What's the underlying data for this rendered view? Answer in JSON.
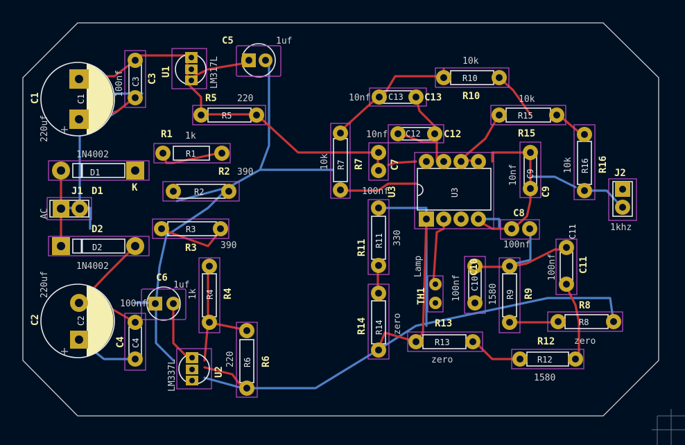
{
  "colors": {
    "background": "#001023",
    "front_copper": "#c83434",
    "back_copper": "#4d7fc4",
    "pad": "#c9a72a",
    "silkscreen_ref": "#f2eda1",
    "silkscreen_value": "#d2d2d2",
    "courtyard": "#c24cc9",
    "electrolytic_fill": "#f4efb0"
  },
  "labels": {
    "c1": "C1",
    "c1_val": "220uf",
    "c1_fab": "C1",
    "c2": "C2",
    "c2_val": "220uf",
    "c2_fab": "C2",
    "c3": "C3",
    "c3_val": "100nf",
    "c3_fab": "C3",
    "c4": "C4",
    "c4_val": "100nf",
    "c4_fab": "C4",
    "c5": "C5",
    "c5_val": "1uf",
    "c6": "C6",
    "c6_val": "1uf",
    "c7": "C7",
    "c7_val": "100nf",
    "c8": "C8",
    "c8_val": "100nf",
    "c9": "C9",
    "c9_val": "10nf",
    "c9_fab": "C9",
    "c10": "C10",
    "c10_val": "100nf",
    "c10_fab": "C10",
    "c11": "C11",
    "c11_val": "100nf",
    "c11_fab": "C11",
    "c12": "C12",
    "c12_val": "10nf",
    "c12_fab": "C12",
    "c13": "C13",
    "c13_val": "10nf",
    "c13_fab": "C13",
    "d1": "D1",
    "d1_fab": "D1",
    "d1_val": "1N4002",
    "d1_k": "K",
    "d2": "D2",
    "d2_fab": "D2",
    "d2_val": "1N4002",
    "j1": "J1",
    "j1_val": "AC",
    "j2": "J2",
    "j2_val": "1khz",
    "u1": "U1",
    "u1_val": "LM317L",
    "u2": "U2",
    "u2_val": "LM337L",
    "u3": "U3",
    "u3_fab": "U3",
    "th1": "TH1",
    "th1_val": "Lamp",
    "r1": "R1",
    "r1_fab": "R1",
    "r1_val": "1k",
    "r2": "R2",
    "r2_fab": "R2",
    "r2_val": "390",
    "r3": "R3",
    "r3_fab": "R3",
    "r3_val": "390",
    "r4": "R4",
    "r4_fab": "R4",
    "r4_val": "1k",
    "r5": "R5",
    "r5_fab": "R5",
    "r5_val": "220",
    "r6": "R6",
    "r6_fab": "R6",
    "r6_val": "220",
    "r7": "R7",
    "r7_fab": "R7",
    "r7_val": "10k",
    "r8": "R8",
    "r8_fab": "R8",
    "r8_val": "zero",
    "r9": "R9",
    "r9_fab": "R9",
    "r9_val": "1580",
    "r10": "R10",
    "r10_fab": "R10",
    "r10_val": "10k",
    "r11": "R11",
    "r11_fab": "R11",
    "r11_val": "330",
    "r12": "R12",
    "r12_fab": "R12",
    "r12_val": "1580",
    "r13": "R13",
    "r13_fab": "R13",
    "r13_val": "zero",
    "r14": "R14",
    "r14_fab": "R14",
    "r14_val": "zero",
    "r15": "R15",
    "r15_fab": "R15",
    "r15_val": "10k",
    "r16": "R16",
    "r16_fab": "R16",
    "r16_val": "10k"
  }
}
